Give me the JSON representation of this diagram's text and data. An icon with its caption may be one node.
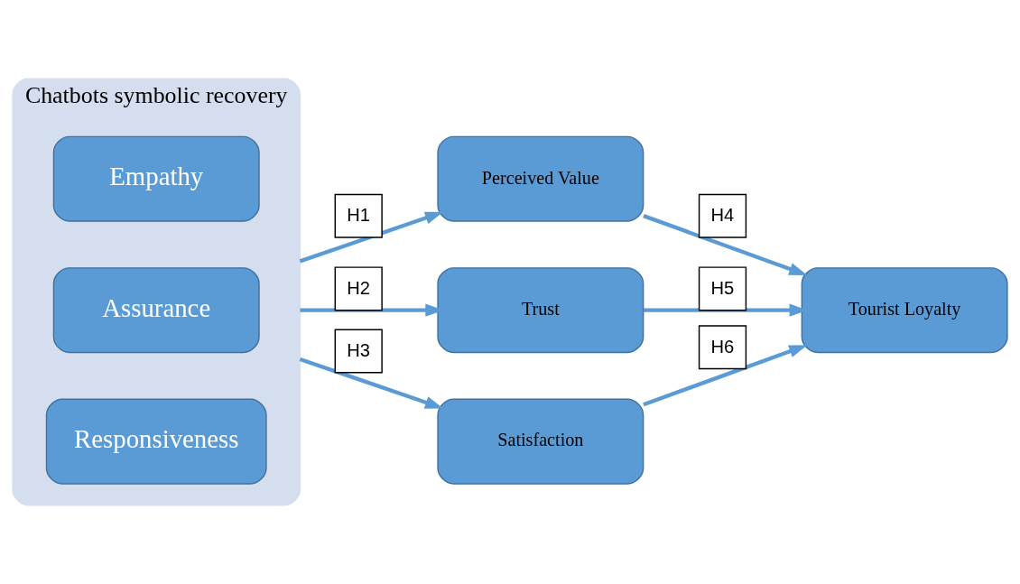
{
  "diagram": {
    "nodes": [
      {
        "text": [
          "Chatbots symbolic recovery"
        ]
      },
      {
        "text": [
          "Empathy"
        ],
        "in": 0
      },
      {
        "text": [
          "Assurance"
        ],
        "in": 0
      },
      {
        "text": [
          "Responsiveness"
        ],
        "in": 0
      },
      {
        "text": [
          "Perceived Value"
        ]
      },
      {
        "text": [
          "Trust"
        ]
      },
      {
        "text": [
          "Satisfaction"
        ]
      },
      {
        "text": [
          "Tourist Loyalty"
        ]
      }
    ],
    "edges": [
      {
        "from": 0,
        "to": 4,
        "arrow": "to",
        "label": "H1"
      },
      {
        "from": 0,
        "to": 5,
        "arrow": "to",
        "label": "H2"
      },
      {
        "from": 0,
        "to": 6,
        "arrow": "to",
        "label": "H3"
      },
      {
        "from": 4,
        "to": 7,
        "arrow": "to",
        "label": "H4"
      },
      {
        "from": 5,
        "to": 7,
        "arrow": "to",
        "label": "H5"
      },
      {
        "from": 6,
        "to": 7,
        "arrow": "to",
        "label": "H6"
      }
    ]
  }
}
